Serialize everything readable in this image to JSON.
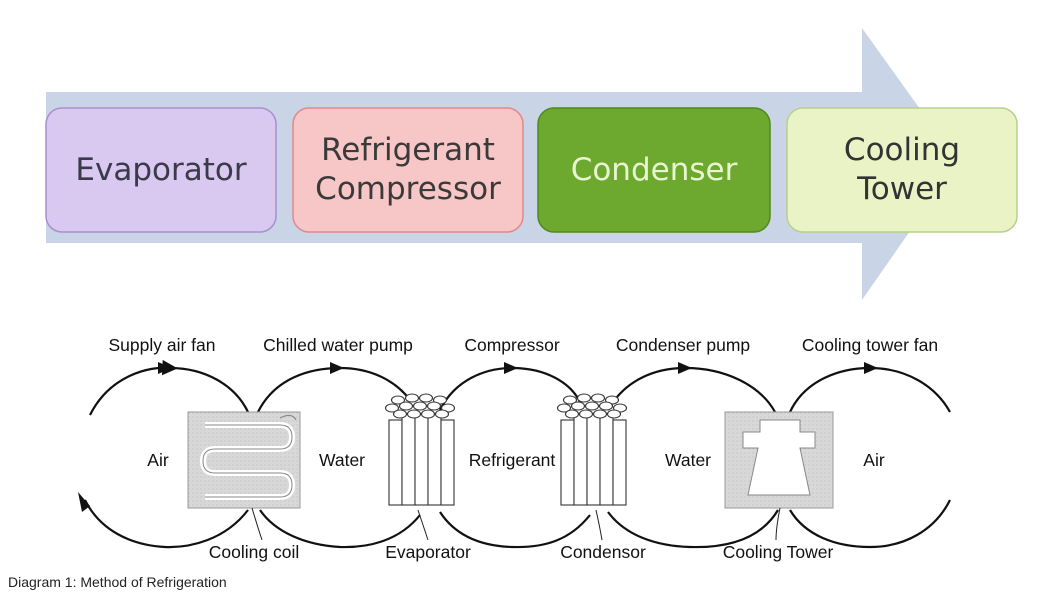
{
  "process": {
    "boxes": [
      {
        "lines": [
          "Evaporator"
        ],
        "fill": "#d9c8ef",
        "stroke": "#a98fcf",
        "text_color": "#3a3a4a"
      },
      {
        "lines": [
          "Refrigerant",
          "Compressor"
        ],
        "fill": "#f7c6c6",
        "stroke": "#e08a8a",
        "text_color": "#3a3a3a"
      },
      {
        "lines": [
          "Condenser"
        ],
        "fill": "#6ca92e",
        "stroke": "#4f8a1c",
        "text_color": "#e8f5d0"
      },
      {
        "lines": [
          "Cooling",
          "Tower"
        ],
        "fill": "#e9f3c6",
        "stroke": "#b8d08a",
        "text_color": "#333333"
      }
    ],
    "arrow_color": "#c9d4e6"
  },
  "cycle": {
    "loops": [
      {
        "top_label": "Supply air fan",
        "inner_label": "Air"
      },
      {
        "top_label": "Chilled water pump",
        "inner_label": "Water"
      },
      {
        "top_label": "Compressor",
        "inner_label": "Refrigerant"
      },
      {
        "top_label": "Condenser pump",
        "inner_label": "Water"
      },
      {
        "top_label": "Cooling tower fan",
        "inner_label": "Air"
      }
    ],
    "components": [
      "Cooling coil",
      "Evaporator",
      "Condensor",
      "Cooling Tower"
    ]
  },
  "caption": "Diagram 1: Method of Refrigeration"
}
